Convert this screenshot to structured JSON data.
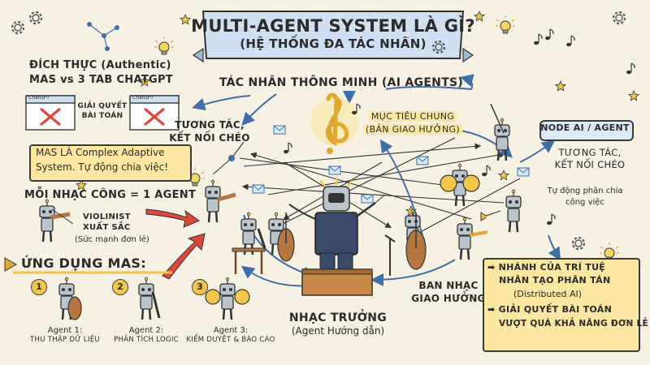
{
  "title": {
    "line1": "MULTI-AGENT SYSTEM LÀ GÌ?",
    "line2": "(HỆ THỐNG ĐA TÁC NHÂN)"
  },
  "left": {
    "authentic_title_1": "ĐÍCH THỰC (Authentic)",
    "authentic_title_2": "MAS vs 3 TAB CHATGPT",
    "tab_label": "ChatGPT",
    "solve_1": "GIẢI QUYẾT",
    "solve_2": "BÀI TOÁN",
    "cas_1": "MAS LÀ Complex Adaptive",
    "cas_2": "System. Tự động chia việc!",
    "musician_agent": "MỖI NHẠC CÔNG = 1 AGENT",
    "violinist_1": "VIOLINIST",
    "violinist_2": "XUẤT SẮC",
    "violinist_3": "(Sức mạnh đơn lẻ)",
    "apps_title": "ỨNG DỤNG MAS:",
    "agents": [
      {
        "num": "1",
        "name": "Agent 1:",
        "role": "THU THẬP DỮ LIỆU"
      },
      {
        "num": "2",
        "name": "Agent 2:",
        "role": "PHÂN TÍCH LOGIC"
      },
      {
        "num": "3",
        "name": "Agent 3:",
        "role": "KIỂM DUYỆT & BÁO CÁO"
      }
    ]
  },
  "center": {
    "smart_agents": "TÁC NHÂN THÔNG MINH (AI AGENTS)",
    "interact_1": "TƯƠNG TÁC,",
    "interact_2": "KẾT NỐI CHÉO",
    "goal_1": "MỤC TIÊU CHUNG",
    "goal_2": "(BẢN GIAO HƯỞNG)",
    "conductor_1": "NHẠC TRƯỞNG",
    "conductor_2": "(Agent Hướng dẫn)",
    "orchestra_1": "BAN NHẠC",
    "orchestra_2": "GIAO HƯỞNG"
  },
  "right": {
    "node": "NODE AI / AGENT",
    "interact_1": "TƯƠNG TÁC,",
    "interact_2": "KẾT NỐI CHÉO",
    "auto_1": "Tự động phân chia",
    "auto_2": "công việc",
    "branch_1": "NHÁNH CỦA TRÍ TUỆ",
    "branch_2": "NHÂN TẠO PHÂN TÁN",
    "branch_3": "(Distributed AI)",
    "solve_1": "GIẢI QUYẾT BÀI TOÁN",
    "solve_2": "VƯỢT QUÁ KHẢ NĂNG ĐƠN LẺ"
  },
  "colors": {
    "banner": "#cfe0f2",
    "highlight": "#fbe7a1",
    "arrow_red": "#e0473c",
    "arrow_blue": "#3f6fa8",
    "gold": "#f3c64a",
    "robot": "#b9c4cc",
    "wood": "#b5763f"
  }
}
